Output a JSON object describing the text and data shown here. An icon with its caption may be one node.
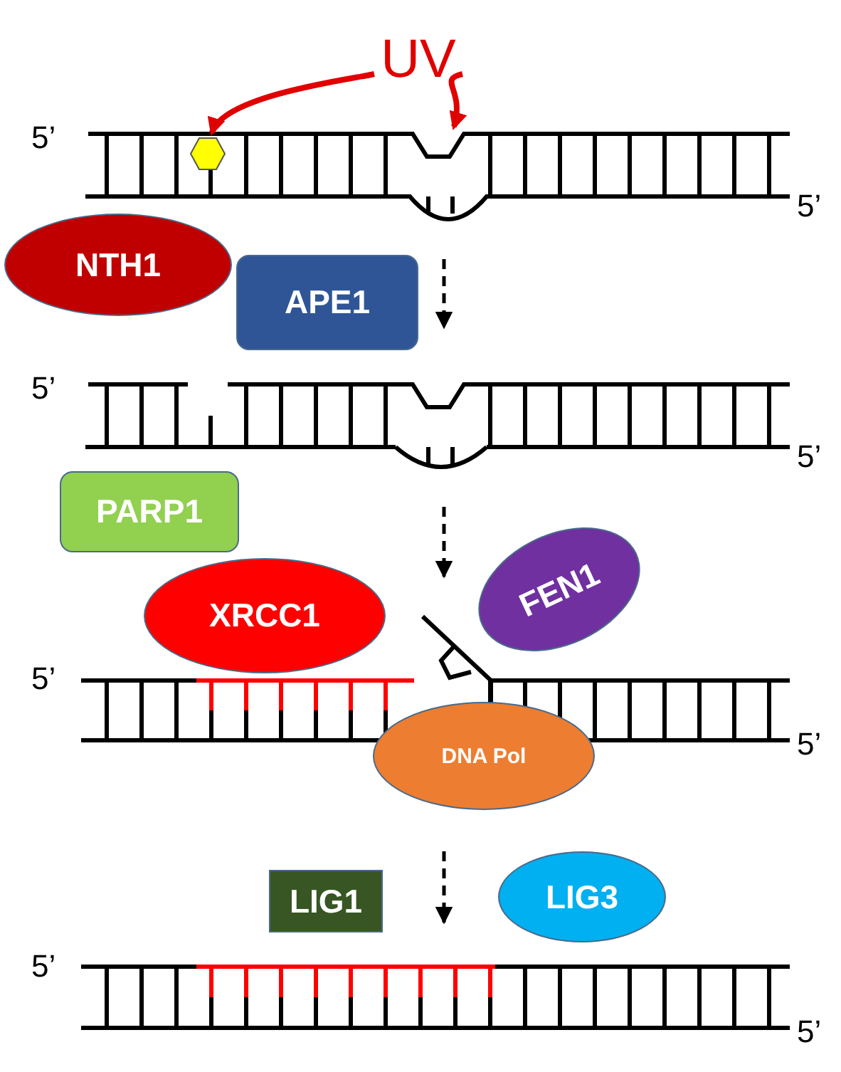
{
  "diagram": {
    "nodes": [
      {
        "text": [
          "UV"
        ]
      },
      {
        "text": [],
        "shape": "hexagon"
      },
      {
        "text": [],
        "shape": "loop"
      },
      {
        "text": [
          "NTH1"
        ]
      },
      {
        "text": [
          "APE1"
        ]
      },
      {
        "text": [
          "PARP1"
        ]
      },
      {
        "text": [
          "XRCC1"
        ]
      },
      {
        "text": [
          "FEN1"
        ]
      },
      {
        "text": [
          "DNA Pol"
        ]
      },
      {
        "text": [
          "LIG1"
        ]
      },
      {
        "text": [
          "LIG3"
        ]
      }
    ],
    "edges": [
      {
        "from": 0,
        "to": 1,
        "arrow": "to"
      },
      {
        "from": 0,
        "to": 2,
        "arrow": "to"
      }
    ],
    "labels": [
      "5’",
      "5’",
      "5’",
      "5’",
      "5’",
      "5’",
      "5’",
      "5’"
    ]
  }
}
